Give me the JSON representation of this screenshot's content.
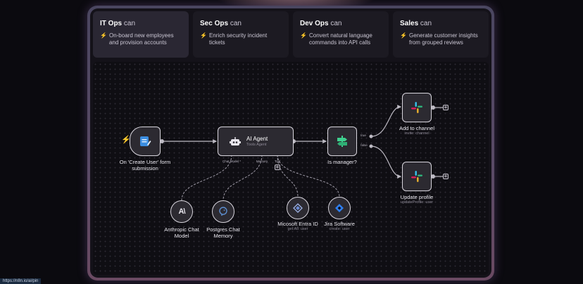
{
  "tabs": [
    {
      "team": "IT Ops",
      "suffix": "can",
      "desc": "On-board new employees and provision accounts",
      "active": true
    },
    {
      "team": "Sec Ops",
      "suffix": "can",
      "desc": "Enrich security incident tickets",
      "active": false
    },
    {
      "team": "Dev Ops",
      "suffix": "can",
      "desc": "Convert natural language commands into API calls",
      "active": false
    },
    {
      "team": "Sales",
      "suffix": "can",
      "desc": "Generate customer insights from grouped reviews",
      "active": false
    }
  ],
  "nodes": {
    "trigger": {
      "label": "On 'Create User' form submission"
    },
    "agent": {
      "title": "AI Agent",
      "subtitle": "Tools Agent",
      "port_chat": "Chat Model *",
      "port_memory": "Memory",
      "port_tool": "Tool"
    },
    "anthropic": {
      "label": "Anthropic Chat Model"
    },
    "postgres": {
      "label": "Postgres Chat Memory"
    },
    "entra": {
      "label": "Micosoft Entra ID",
      "sub": "get:All: user"
    },
    "jira": {
      "label": "Jira Software",
      "sub": "create: user"
    },
    "switch": {
      "label": "Is manager?",
      "out_true": "true",
      "out_false": "false"
    },
    "slack1": {
      "label": "Add to channel",
      "sub": "invite: channel"
    },
    "slack2": {
      "label": "Update profile",
      "sub": "updateProfile: user"
    }
  },
  "status_url": "https://n8n.io/ai/pin"
}
